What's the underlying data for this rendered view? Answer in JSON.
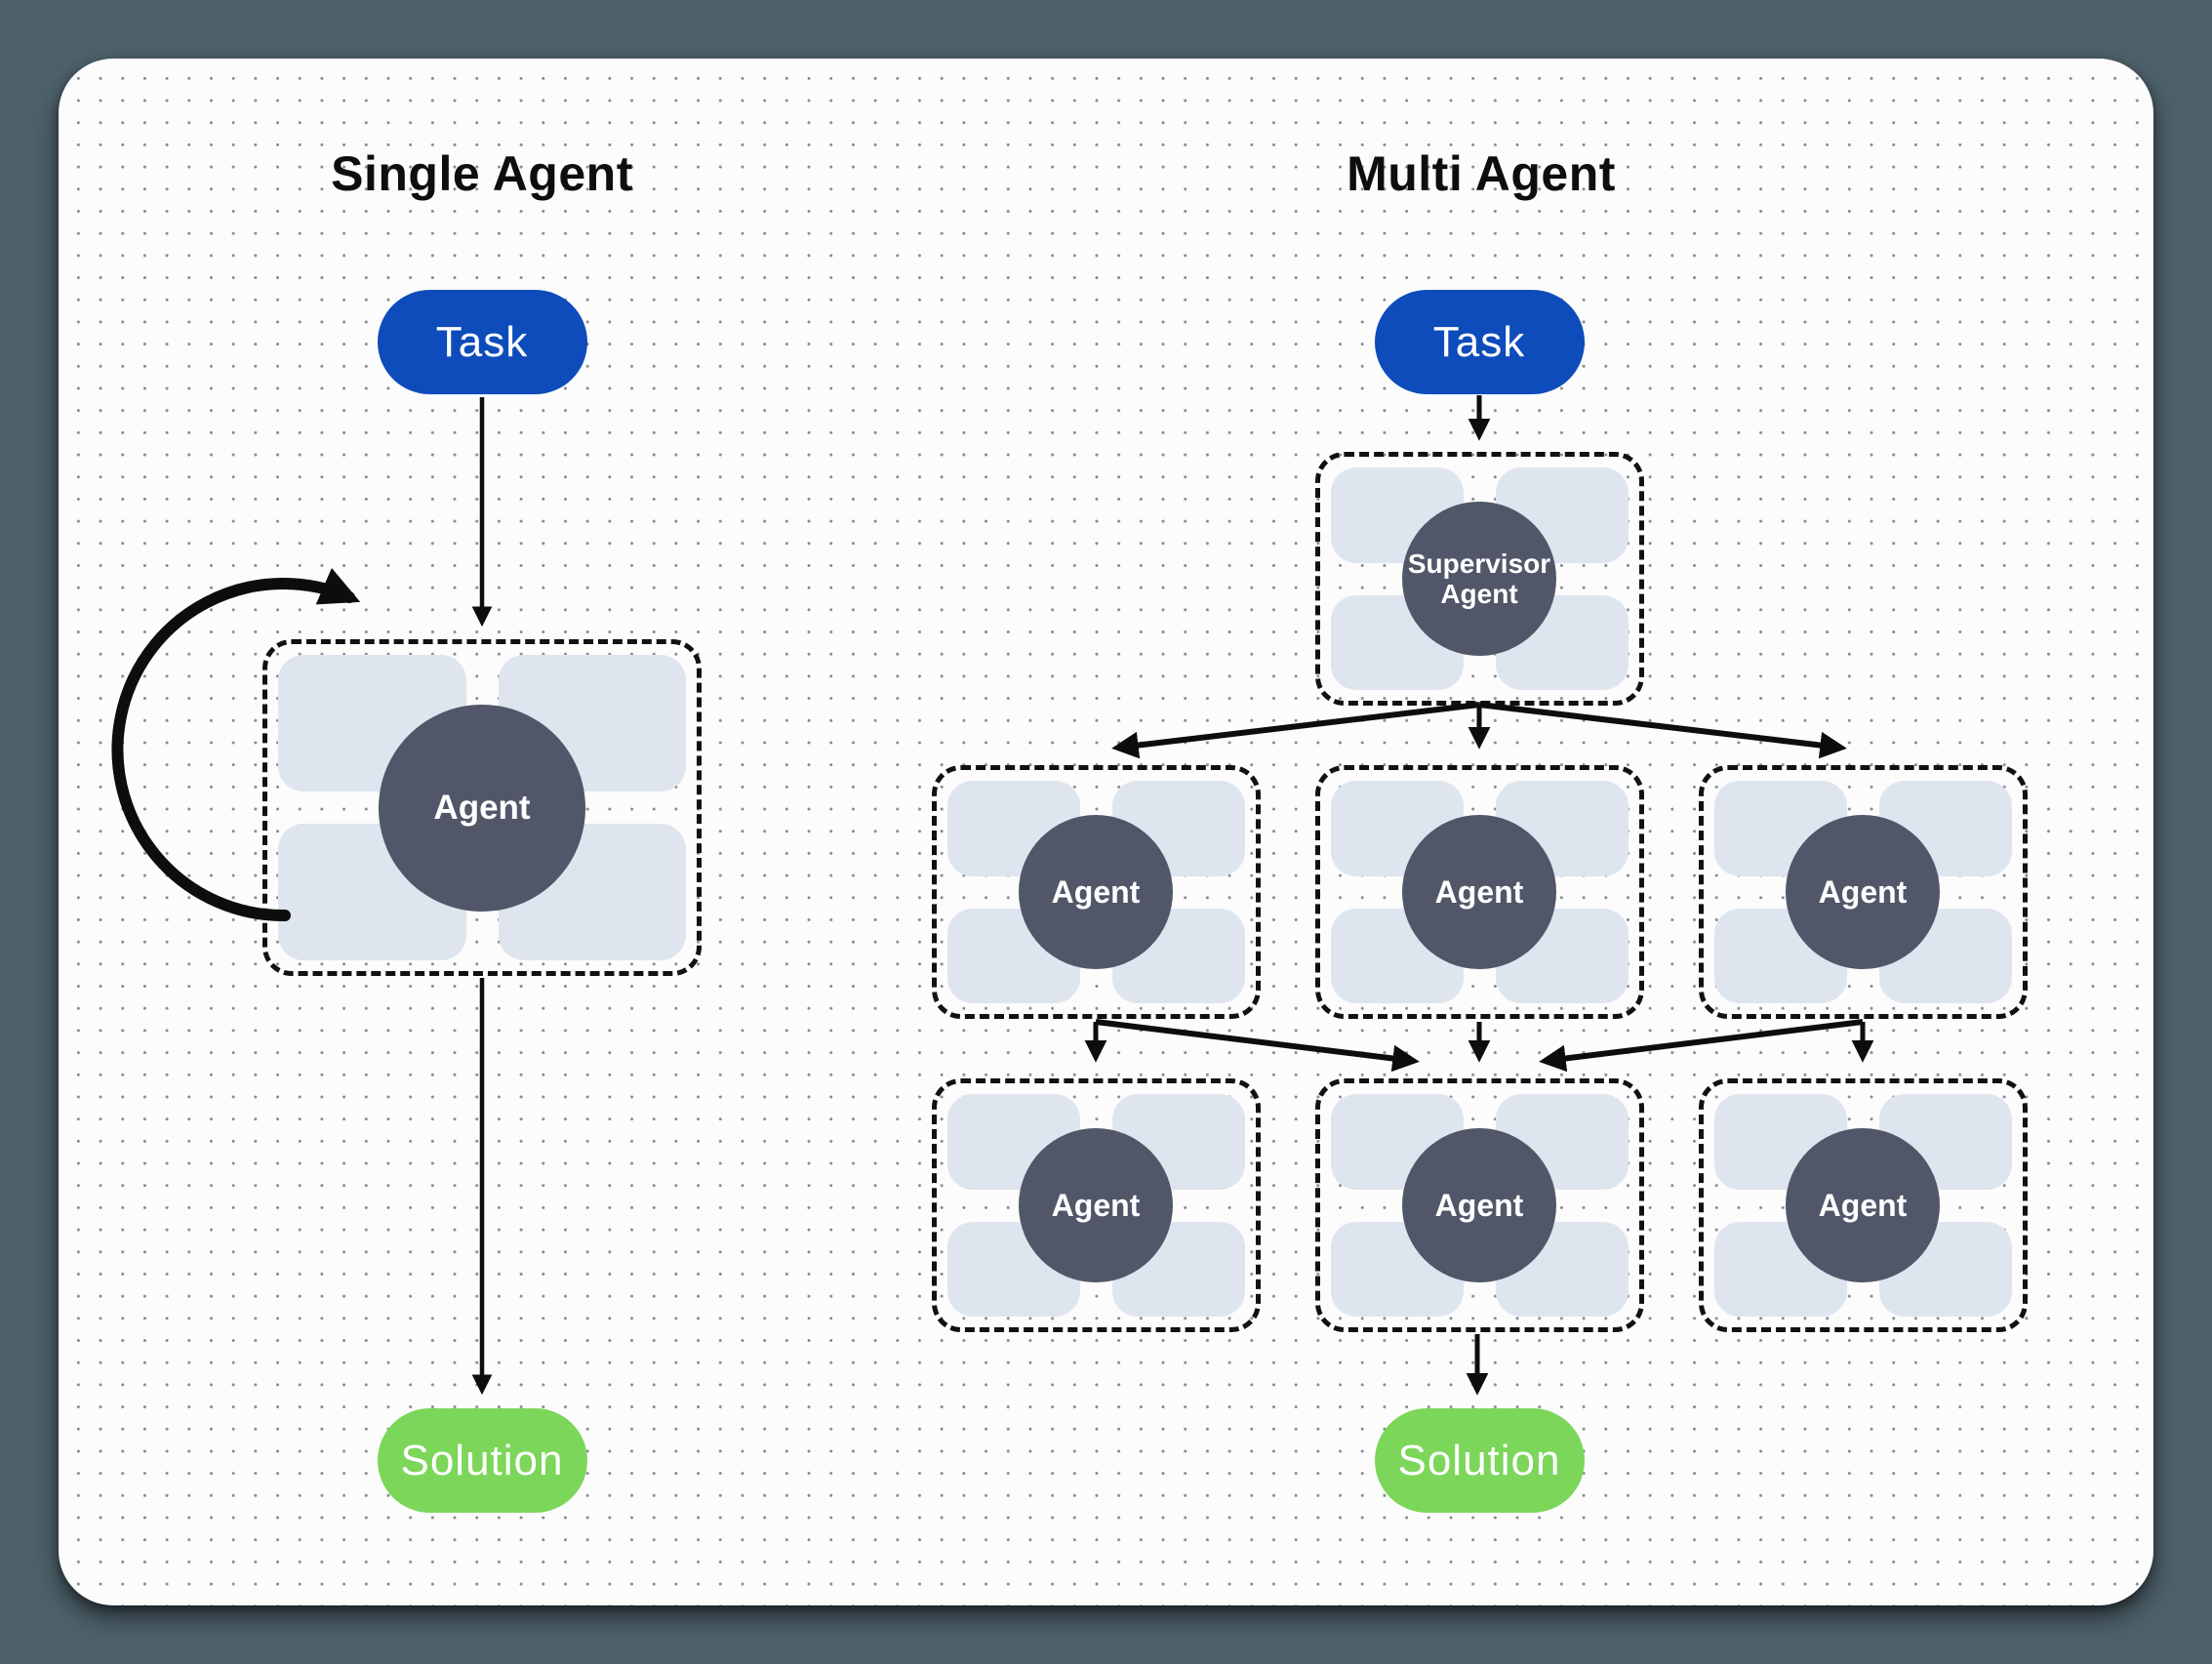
{
  "diagram": {
    "left": {
      "title": "Single Agent",
      "task_label": "Task",
      "agent_label": "Agent",
      "solution_label": "Solution"
    },
    "right": {
      "title": "Multi Agent",
      "task_label": "Task",
      "supervisor_line1": "Supervisor",
      "supervisor_line2": "Agent",
      "workers_row1": [
        "Agent",
        "Agent",
        "Agent"
      ],
      "workers_row2": [
        "Agent",
        "Agent",
        "Agent"
      ],
      "solution_label": "Solution"
    }
  },
  "colors": {
    "page_bg": "#4e626b",
    "card_bg": "#fcfcfd",
    "dot": "#888d93",
    "task_blue": "#0d4cba",
    "solution_green": "#7cd65a",
    "agent_circle": "#515769",
    "tool_cell": "#dfe5ee",
    "ink": "#0e0e0e"
  }
}
